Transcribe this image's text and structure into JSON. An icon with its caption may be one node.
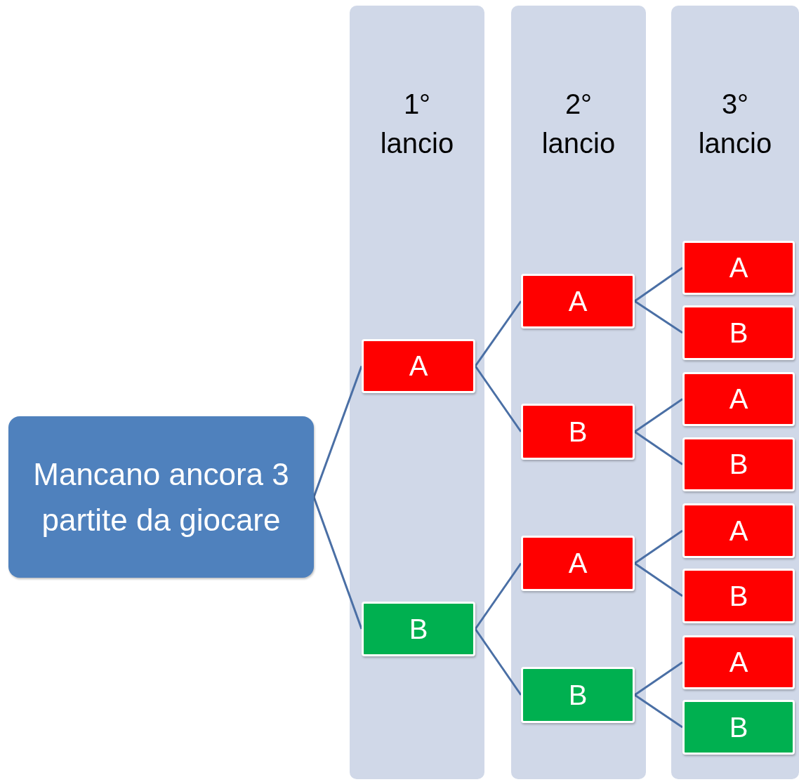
{
  "diagram": {
    "nodes": [
      {
        "text": [
          "Mancano ancora 3 partite da giocare"
        ]
      },
      {
        "text": [
          "1° lancio"
        ]
      },
      {
        "text": [
          "2° lancio"
        ]
      },
      {
        "text": [
          "3° lancio"
        ]
      },
      {
        "text": [
          "A"
        ],
        "in": 1
      },
      {
        "text": [
          "B"
        ],
        "in": 1
      },
      {
        "text": [
          "A"
        ],
        "in": 2
      },
      {
        "text": [
          "B"
        ],
        "in": 2
      },
      {
        "text": [
          "A"
        ],
        "in": 2
      },
      {
        "text": [
          "B"
        ],
        "in": 2
      },
      {
        "text": [
          "A"
        ],
        "in": 3
      },
      {
        "text": [
          "B"
        ],
        "in": 3
      },
      {
        "text": [
          "A"
        ],
        "in": 3
      },
      {
        "text": [
          "B"
        ],
        "in": 3
      },
      {
        "text": [
          "A"
        ],
        "in": 3
      },
      {
        "text": [
          "B"
        ],
        "in": 3
      },
      {
        "text": [
          "A"
        ],
        "in": 3
      },
      {
        "text": [
          "B"
        ],
        "in": 3
      }
    ],
    "edges": [
      {
        "from": 0,
        "to": 4,
        "arrow": "none"
      },
      {
        "from": 0,
        "to": 5,
        "arrow": "none"
      },
      {
        "from": 4,
        "to": 6,
        "arrow": "none"
      },
      {
        "from": 4,
        "to": 7,
        "arrow": "none"
      },
      {
        "from": 5,
        "to": 8,
        "arrow": "none"
      },
      {
        "from": 5,
        "to": 9,
        "arrow": "none"
      },
      {
        "from": 6,
        "to": 10,
        "arrow": "none"
      },
      {
        "from": 6,
        "to": 11,
        "arrow": "none"
      },
      {
        "from": 7,
        "to": 12,
        "arrow": "none"
      },
      {
        "from": 7,
        "to": 13,
        "arrow": "none"
      },
      {
        "from": 8,
        "to": 14,
        "arrow": "none"
      },
      {
        "from": 8,
        "to": 15,
        "arrow": "none"
      },
      {
        "from": 9,
        "to": 16,
        "arrow": "none"
      },
      {
        "from": 9,
        "to": 17,
        "arrow": "none"
      }
    ]
  }
}
